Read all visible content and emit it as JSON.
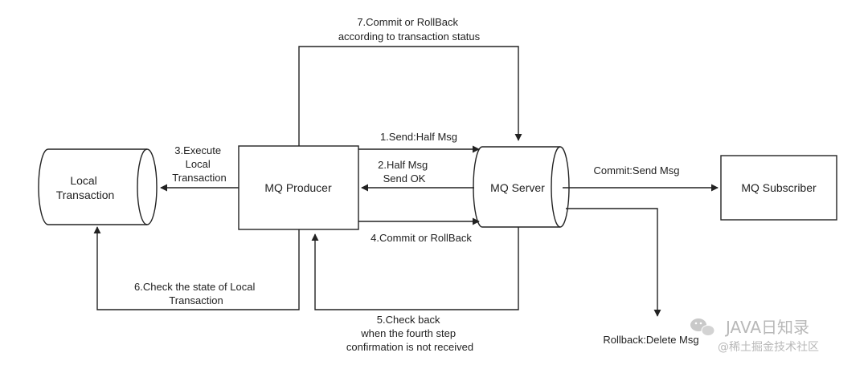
{
  "nodes": {
    "local_transaction": [
      "Local",
      "Transaction"
    ],
    "mq_producer": "MQ Producer",
    "mq_server": "MQ Server",
    "mq_subscriber": "MQ Subscriber"
  },
  "edges": {
    "step1": "1.Send:Half Msg",
    "step2": [
      "2.Half Msg",
      "Send OK"
    ],
    "step3": [
      "3.Execute",
      "Local",
      "Transaction"
    ],
    "step4": "4.Commit or RollBack",
    "step5": [
      "5.Check back",
      "when the fourth step",
      "confirmation is not received"
    ],
    "step6": [
      "6.Check the state of Local",
      "Transaction"
    ],
    "step7": [
      "7.Commit or RollBack",
      "according to transaction status"
    ],
    "commit": "Commit:Send Msg",
    "rollback": "Rollback:Delete Msg"
  },
  "watermark": {
    "line1": "JAVA日知录",
    "line2": "@稀土掘金技术社区"
  }
}
